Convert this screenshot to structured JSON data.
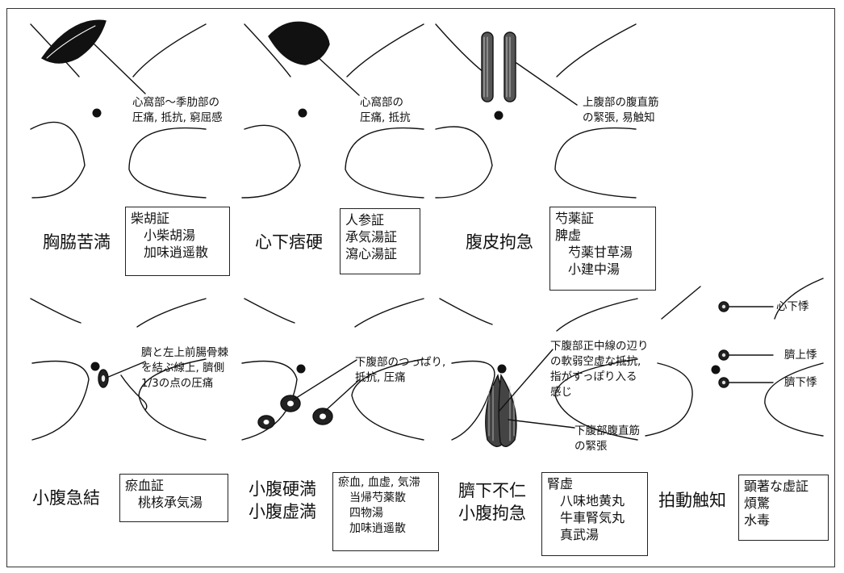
{
  "panels": [
    {
      "id": "kyokyo-kuman",
      "name": "胸脇苦満",
      "annotation": [
        "心窩部〜季肋部の",
        "圧痛, 抵抗, 窮屈感"
      ],
      "prescriptions": [
        "柴胡証",
        "　小柴胡湯",
        "　加味逍遥散"
      ]
    },
    {
      "id": "shinka-hiko",
      "name": "心下痞硬",
      "annotation": [
        "心窩部の",
        "圧痛, 抵抗"
      ],
      "prescriptions": [
        "人参証",
        "承気湯証",
        "瀉心湯証"
      ]
    },
    {
      "id": "fukuhi-kokyu",
      "name": "腹皮拘急",
      "annotation": [
        "上腹部の腹直筋",
        "の緊張, 易触知"
      ],
      "prescriptions": [
        "芍薬証",
        "脾虚",
        "　芍薬甘草湯",
        "　小建中湯"
      ]
    },
    {
      "id": "shofuku-kyuketsu",
      "name": "小腹急結",
      "annotation": [
        "臍と左上前腸骨棘",
        "を結ぶ線上, 臍側",
        "1/3の点の圧痛"
      ],
      "prescriptions": [
        "瘀血証",
        "　桃核承気湯"
      ]
    },
    {
      "id": "shofuku-koman",
      "name": [
        "小腹硬満",
        "小腹虚満"
      ],
      "annotation": [
        "下腹部のつっぱり,",
        "抵抗, 圧痛"
      ],
      "prescriptions": [
        "瘀血, 血虚, 気滞",
        "　当帰芍薬散",
        "　四物湯",
        "　加味逍遥散"
      ]
    },
    {
      "id": "saika-fujin",
      "name": [
        "臍下不仁",
        "小腹拘急"
      ],
      "annotation": [
        "下腹部正中線の辺り",
        "の軟弱空虚な抵抗,",
        "指がすっぽり入る",
        "感じ"
      ],
      "annotation2": [
        "下腹部腹直筋",
        "の緊張"
      ],
      "prescriptions": [
        "腎虚",
        "　八味地黄丸",
        "　牛車腎気丸",
        "　真武湯"
      ]
    },
    {
      "id": "hakudo-shokuchi",
      "name": "拍動触知",
      "labels": [
        "心下悸",
        "臍上悸",
        "臍下悸"
      ],
      "prescriptions": [
        "顕著な虚証",
        "煩驚",
        "水毒"
      ]
    }
  ]
}
